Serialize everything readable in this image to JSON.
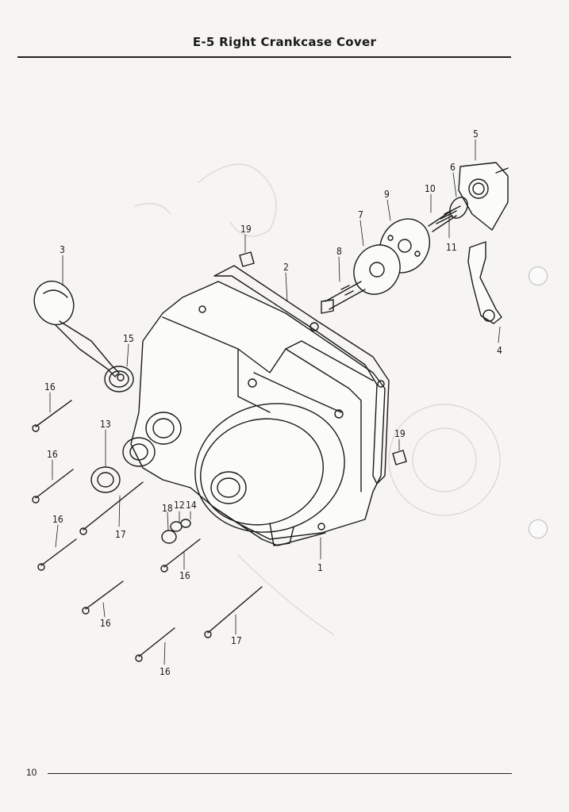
{
  "header": {
    "title": "E-5  Right Crankcase Cover"
  },
  "footer": {
    "page_number": "10"
  },
  "callouts": [
    "1",
    "2",
    "3",
    "4",
    "5",
    "6",
    "7",
    "8",
    "9",
    "10",
    "11",
    "12",
    "13",
    "14",
    "15",
    "16",
    "17",
    "18",
    "19"
  ]
}
